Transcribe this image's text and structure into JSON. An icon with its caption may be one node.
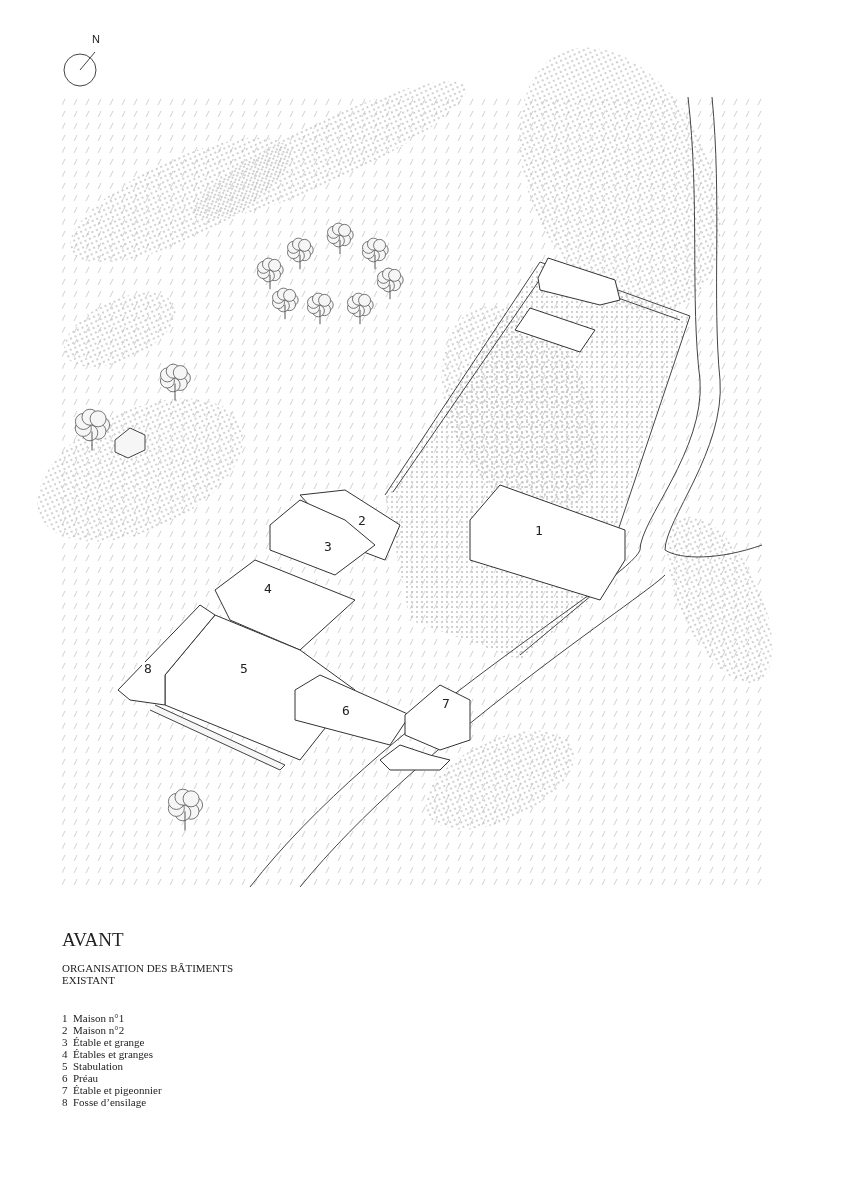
{
  "diagram": {
    "title": "AVANT",
    "nodes": [
      {
        "text": [
          "1"
        ]
      },
      {
        "text": [
          "2"
        ]
      },
      {
        "text": [
          "3"
        ]
      },
      {
        "text": [
          "4"
        ]
      },
      {
        "text": [
          "5"
        ]
      },
      {
        "text": [
          "6"
        ]
      },
      {
        "text": [
          "7"
        ]
      },
      {
        "text": [
          "8"
        ]
      },
      {
        "text": [],
        "shape": "box"
      },
      {
        "text": [],
        "shape": "box"
      },
      {
        "text": [],
        "shape": "box"
      }
    ],
    "labels": [
      "N",
      "ORGANISATION DES BÂTIMENTS EXISTANT",
      "1",
      "Maison n°1",
      "2",
      "Maison n°2",
      "3",
      "Étable et grange",
      "4",
      "Étables et granges",
      "5",
      "Stabulation",
      "6",
      "Préau",
      "7",
      "Étable et pigeonnier",
      "8",
      "Fosse d’ensilage"
    ]
  }
}
